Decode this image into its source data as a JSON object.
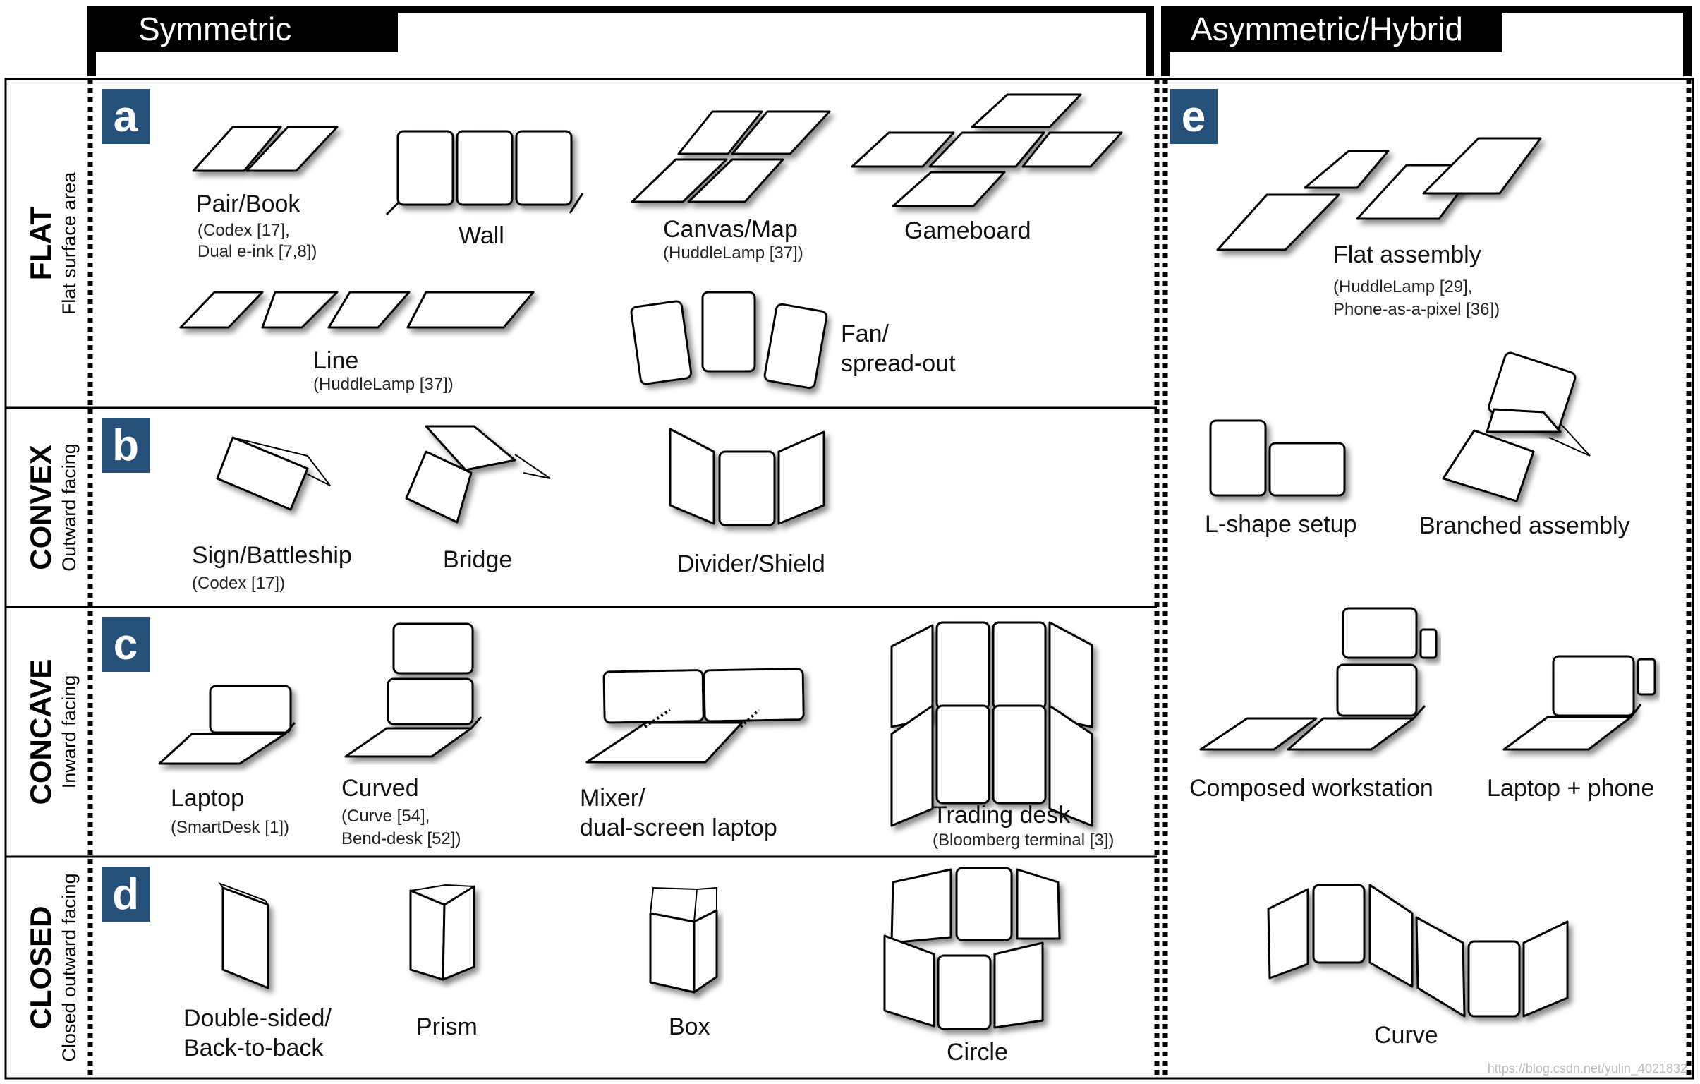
{
  "headers": {
    "symmetric": "Symmetric",
    "asymmetric": "Asymmetric/Hybrid"
  },
  "rows": {
    "flat": {
      "name": "FLAT",
      "sub": "Flat surface area"
    },
    "convex": {
      "name": "CONVEX",
      "sub": "Outward facing"
    },
    "concave": {
      "name": "CONCAVE",
      "sub": "Inward facing"
    },
    "closed": {
      "name": "CLOSED",
      "sub": "Closed outward facing"
    }
  },
  "panels": {
    "a": "a",
    "b": "b",
    "c": "c",
    "d": "d",
    "e": "e"
  },
  "labels": {
    "pair_book": "Pair/Book",
    "pair_book_cit1": "(Codex [17],",
    "pair_book_cit2": "Dual e-ink [7,8])",
    "wall": "Wall",
    "canvas_map": "Canvas/Map",
    "canvas_map_cit": "(HuddleLamp [37])",
    "gameboard": "Gameboard",
    "line": "Line",
    "line_cit": "(HuddleLamp [37])",
    "fan1": "Fan/",
    "fan2": "spread-out",
    "sign": "Sign/Battleship",
    "sign_cit": "(Codex [17])",
    "bridge": "Bridge",
    "divider": "Divider/Shield",
    "laptop": "Laptop",
    "laptop_cit": "(SmartDesk [1])",
    "curved": "Curved",
    "curved_cit1": "(Curve [54],",
    "curved_cit2": "Bend-desk [52])",
    "mixer1": "Mixer/",
    "mixer2": "dual-screen laptop",
    "trading": "Trading desk",
    "trading_cit": "(Bloomberg terminal [3])",
    "double1": "Double-sided/",
    "double2": "Back-to-back",
    "prism": "Prism",
    "box": "Box",
    "circle": "Circle",
    "flat_assembly": "Flat assembly",
    "flat_assembly_cit1": "(HuddleLamp [29],",
    "flat_assembly_cit2": "Phone-as-a-pixel [36])",
    "lshape": "L-shape setup",
    "branched": "Branched assembly",
    "composed": "Composed workstation",
    "laptop_phone": "Laptop + phone",
    "curve": "Curve"
  },
  "watermark": "https://blog.csdn.net/yulin_4021832",
  "colors": {
    "panel_badge": "#25507a",
    "header": "#000000"
  }
}
